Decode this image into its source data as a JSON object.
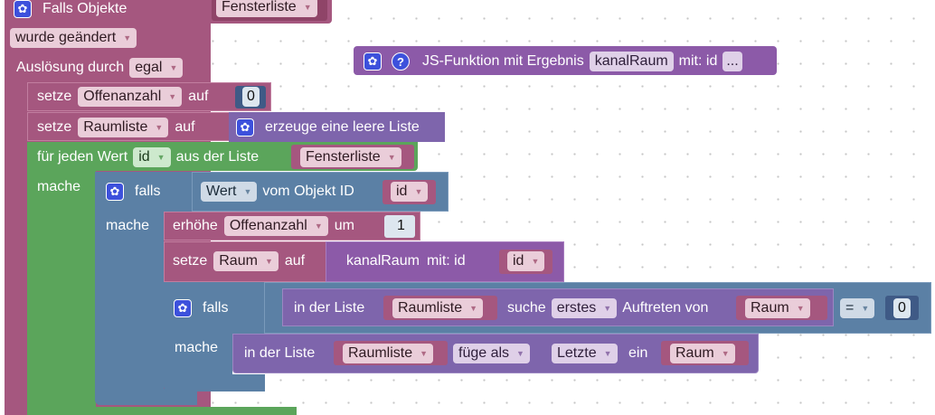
{
  "trigger": {
    "title": "Falls Objekte",
    "object_list": "Fensterliste",
    "event": "wurde geändert",
    "trigger_by_label": "Auslösung durch",
    "trigger_by_value": "egal"
  },
  "js_function": {
    "label": "JS-Funktion mit Ergebnis",
    "name": "kanalRaum",
    "params": "mit: id",
    "more": "..."
  },
  "set_offen": {
    "keyword": "setze",
    "var": "Offenanzahl",
    "to": "auf",
    "value": "0"
  },
  "set_raum_list": {
    "keyword": "setze",
    "var": "Raumliste",
    "to": "auf",
    "create": "erzeuge eine leere Liste"
  },
  "foreach": {
    "label": "für jeden Wert",
    "var": "id",
    "from": "aus der Liste",
    "list": "Fensterliste",
    "do": "mache"
  },
  "if1": {
    "keyword": "falls",
    "prop": "Wert",
    "of_object": "vom Objekt ID",
    "id": "id",
    "do": "mache"
  },
  "increment": {
    "keyword": "erhöhe",
    "var": "Offenanzahl",
    "by": "um",
    "value": "1"
  },
  "set_raum": {
    "keyword": "setze",
    "var": "Raum",
    "to": "auf",
    "func": "kanalRaum",
    "params": "mit:  id",
    "arg": "id"
  },
  "if2": {
    "keyword": "falls",
    "in_list": "in der Liste",
    "list": "Raumliste",
    "search": "suche",
    "which": "erstes",
    "occurrence": "Auftreten von",
    "item": "Raum",
    "op": "=",
    "value": "0",
    "do": "mache"
  },
  "insert": {
    "in_list": "in der Liste",
    "list": "Raumliste",
    "mode": "füge als",
    "position": "Letzte",
    "suffix": "ein",
    "item": "Raum"
  }
}
